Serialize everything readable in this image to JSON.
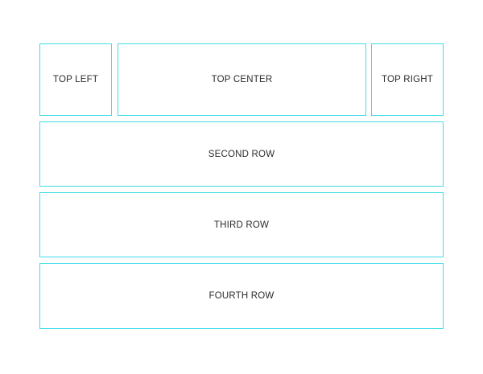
{
  "grid": {
    "border_color": "#3fdde8",
    "top_row": {
      "left_label": "TOP LEFT",
      "center_label": "TOP CENTER",
      "right_label": "TOP RIGHT"
    },
    "second_row_label": "SECOND ROW",
    "third_row_label": "THIRD ROW",
    "fourth_row_label": "FOURTH ROW"
  }
}
